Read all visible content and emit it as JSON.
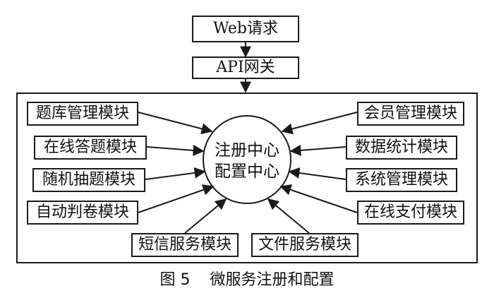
{
  "top": {
    "web_request": "Web请求",
    "api_gateway": "API网关"
  },
  "center": {
    "line1": "注册中心",
    "line2": "配置中心"
  },
  "modules": {
    "left": [
      "题库管理模块",
      "在线答题模块",
      "随机抽题模块",
      "自动判卷模块"
    ],
    "right": [
      "会员管理模块",
      "数据统计模块",
      "系统管理模块",
      "在线支付模块"
    ],
    "bottom": [
      "短信服务模块",
      "文件服务模块"
    ]
  },
  "caption": "图 5    微服务注册和配置"
}
